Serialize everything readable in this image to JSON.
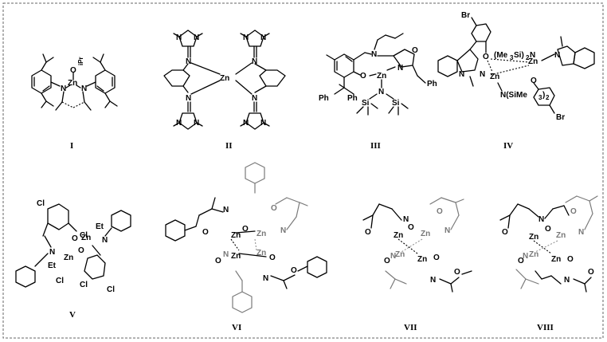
{
  "compounds": [
    {
      "id": "I",
      "label": "I"
    },
    {
      "id": "II",
      "label": "II"
    },
    {
      "id": "III",
      "label": "III"
    },
    {
      "id": "IV",
      "label": "IV"
    },
    {
      "id": "V",
      "label": "V"
    },
    {
      "id": "VI",
      "label": "VI"
    },
    {
      "id": "VII",
      "label": "VII"
    },
    {
      "id": "VIII",
      "label": "VIII"
    }
  ],
  "atoms": {
    "zn": "Zn",
    "n": "N",
    "o": "O",
    "br": "Br",
    "cl": "Cl",
    "si": "Si",
    "ph": "Ph",
    "et": "Et",
    "opr": "O",
    "ipr_sub": "iPr",
    "n_tms2": "N(SiMe",
    "tms2_top": "(Me",
    "tms2_top_end": "Si)",
    "tms2_top_n": "N",
    "sub3": "3",
    "sub2": "2",
    "close_paren": ")"
  },
  "colors": {
    "primary": "#000000",
    "secondary": "#777777",
    "frame": "#666666"
  }
}
